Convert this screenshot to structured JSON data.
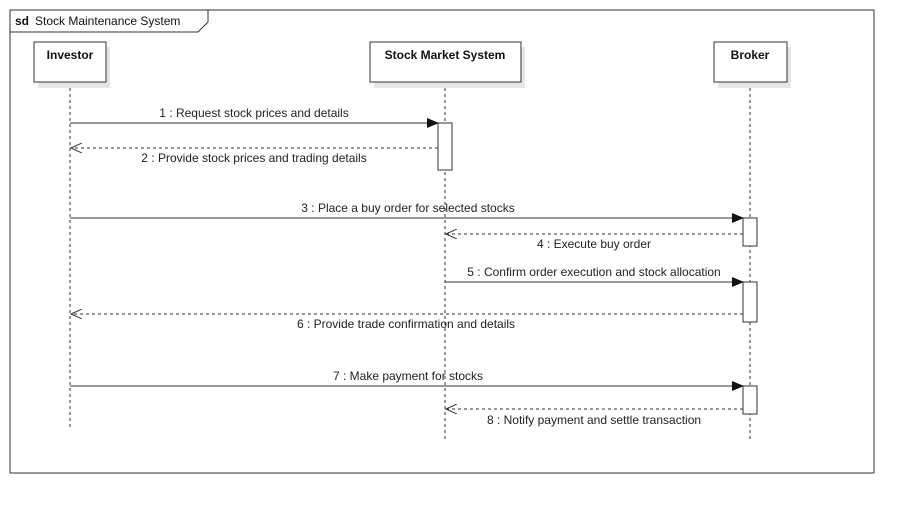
{
  "frame": {
    "keyword": "sd",
    "title": "Stock Maintenance System"
  },
  "lifelines": [
    {
      "id": "investor",
      "name": "Investor"
    },
    {
      "id": "market",
      "name": "Stock Market System"
    },
    {
      "id": "broker",
      "name": "Broker"
    }
  ],
  "messages": [
    {
      "num": "1",
      "label": "1 : Request stock prices and details",
      "from": "investor",
      "to": "market",
      "kind": "sync"
    },
    {
      "num": "2",
      "label": "2 : Provide stock prices and trading details",
      "from": "market",
      "to": "investor",
      "kind": "return"
    },
    {
      "num": "3",
      "label": "3 : Place a buy order for selected stocks",
      "from": "investor",
      "to": "broker",
      "kind": "sync"
    },
    {
      "num": "4",
      "label": "4 : Execute buy order",
      "from": "broker",
      "to": "market",
      "kind": "return"
    },
    {
      "num": "5",
      "label": "5 : Confirm order execution and stock allocation",
      "from": "market",
      "to": "broker",
      "kind": "sync"
    },
    {
      "num": "6",
      "label": "6 : Provide trade confirmation and details",
      "from": "broker",
      "to": "investor",
      "kind": "return"
    },
    {
      "num": "7",
      "label": "7 : Make payment for stocks",
      "from": "investor",
      "to": "broker",
      "kind": "sync"
    },
    {
      "num": "8",
      "label": "8 : Notify payment and settle transaction",
      "from": "broker",
      "to": "market",
      "kind": "return"
    }
  ],
  "colors": {
    "line": "#333333",
    "box_fill": "#ffffff",
    "shadow": "#e6e6e6"
  }
}
